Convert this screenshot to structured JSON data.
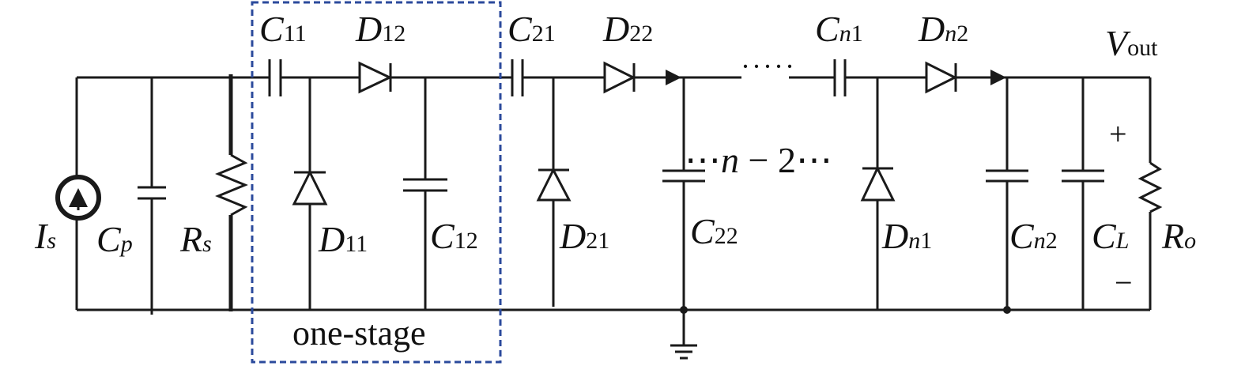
{
  "labels": {
    "is": {
      "main": "I",
      "sub": "s"
    },
    "cp": {
      "main": "C",
      "sub": "p"
    },
    "rs": {
      "main": "R",
      "sub": "s"
    },
    "c11": {
      "main": "C",
      "sub": "11"
    },
    "d12": {
      "main": "D",
      "sub": "12"
    },
    "d11": {
      "main": "D",
      "sub": "11"
    },
    "c12": {
      "main": "C",
      "sub": "12"
    },
    "c21": {
      "main": "C",
      "sub": "21"
    },
    "d22": {
      "main": "D",
      "sub": "22"
    },
    "d21": {
      "main": "D",
      "sub": "21"
    },
    "c22": {
      "main": "C",
      "sub": "22"
    },
    "cn1": {
      "main": "C",
      "sub_var": "n",
      "sub": "1"
    },
    "dn2": {
      "main": "D",
      "sub_var": "n",
      "sub": "2"
    },
    "dn1": {
      "main": "D",
      "sub_var": "n",
      "sub": "1"
    },
    "cn2": {
      "main": "C",
      "sub_var": "n",
      "sub": "2"
    },
    "cl": {
      "main": "C",
      "sub": "L"
    },
    "ro": {
      "main": "R",
      "sub": "o"
    },
    "vout": {
      "main": "V",
      "sub": "out"
    }
  },
  "stage_label": "one-stage",
  "repeat_label": {
    "dots_left": "⋯",
    "var": "n",
    "rest": " − 2",
    "dots_right": "⋯"
  },
  "top_dots": "·····",
  "signs": {
    "plus": "+",
    "minus": "−"
  },
  "colors": {
    "wire": "#1a1a1a",
    "stage_box": "#2b4a9c"
  }
}
